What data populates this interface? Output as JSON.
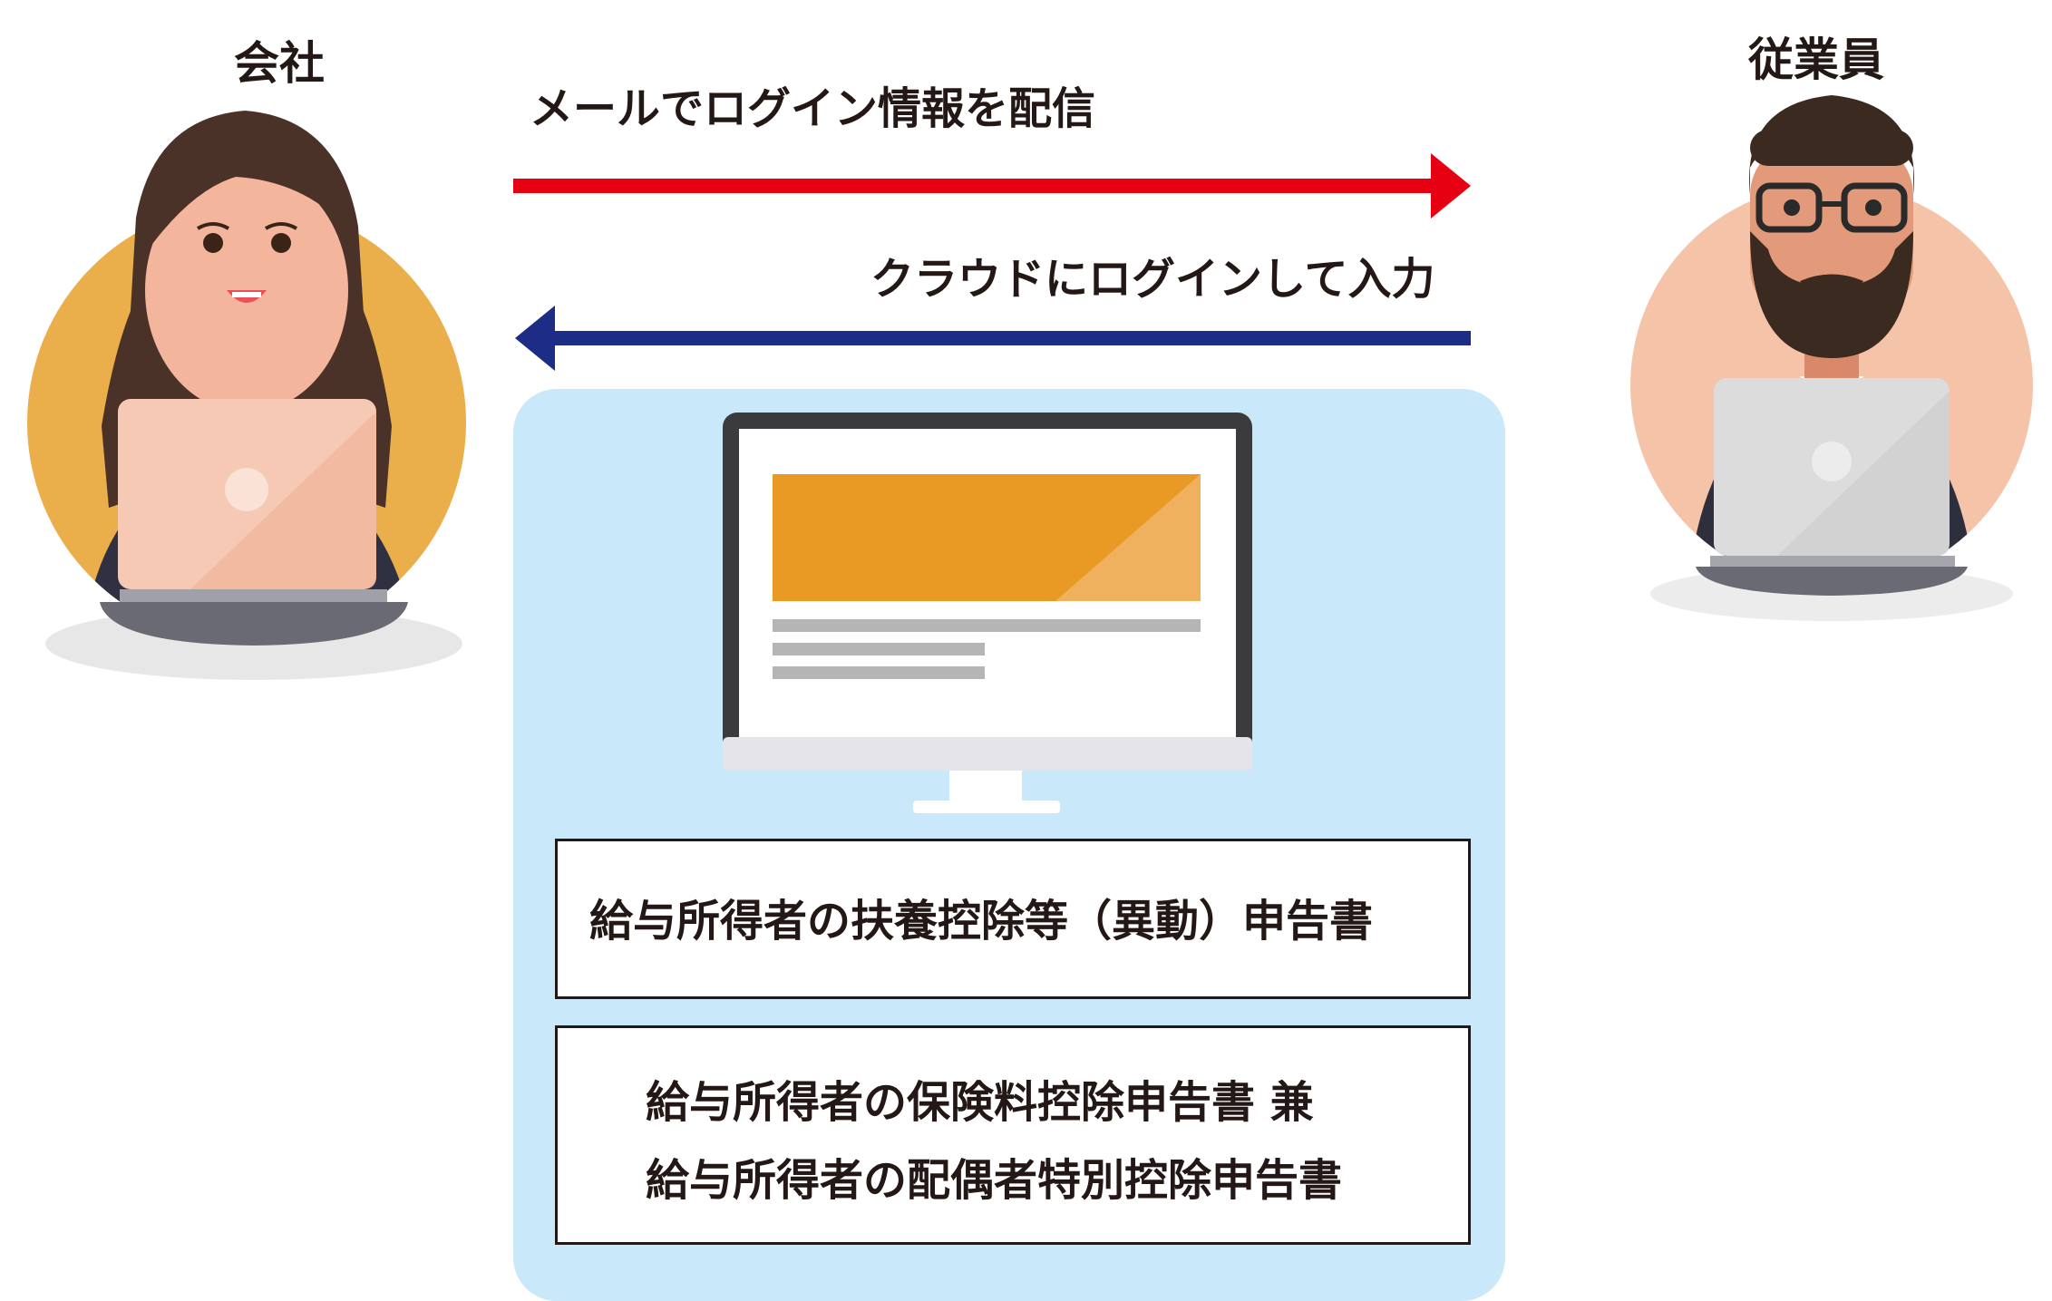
{
  "actors": {
    "company": "会社",
    "employee": "従業員"
  },
  "arrows": {
    "to_employee": "メールでログイン情報を配信",
    "to_company": "クラウドにログインして入力"
  },
  "forms": {
    "form1": "給与所得者の扶養控除等（異動）申告書",
    "form2_line1": "給与所得者の保険料控除申告書 兼",
    "form2_line2": "給与所得者の配偶者特別控除申告書"
  },
  "colors": {
    "arrow_to_employee": "#e60012",
    "arrow_to_company": "#1d2d86",
    "cloud_panel": "#c9e8fa",
    "company_circle": "#eaae4a",
    "employee_circle": "#f5c4a8",
    "screen_banner": "#e99a24"
  }
}
